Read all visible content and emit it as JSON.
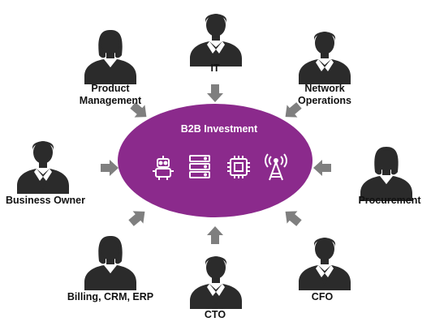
{
  "center": {
    "title": "B2B Investment",
    "color": "#8b2a8c",
    "icons": [
      "robot-icon",
      "server-stack-icon",
      "cpu-chip-icon",
      "cell-tower-icon"
    ]
  },
  "stakeholders": [
    {
      "id": "it",
      "lines": [
        "IT"
      ],
      "gender": "male"
    },
    {
      "id": "product-management",
      "lines": [
        "Product",
        "Management"
      ],
      "gender": "female"
    },
    {
      "id": "network-operations",
      "lines": [
        "Network",
        "Operations"
      ],
      "gender": "male"
    },
    {
      "id": "business-owner",
      "lines": [
        "Business Owner"
      ],
      "gender": "male"
    },
    {
      "id": "procurement",
      "lines": [
        "Procurement"
      ],
      "gender": "female"
    },
    {
      "id": "billing-crm-erp",
      "lines": [
        "Billing, CRM, ERP"
      ],
      "gender": "female"
    },
    {
      "id": "cto",
      "lines": [
        "CTO"
      ],
      "gender": "male"
    },
    {
      "id": "cfo",
      "lines": [
        "CFO"
      ],
      "gender": "male"
    }
  ],
  "colors": {
    "arrow": "#7f7f7f",
    "person_dark": "#2b2b2b",
    "person_light": "#d9d9d9",
    "shirt": "#ffffff",
    "label": "#111111"
  }
}
